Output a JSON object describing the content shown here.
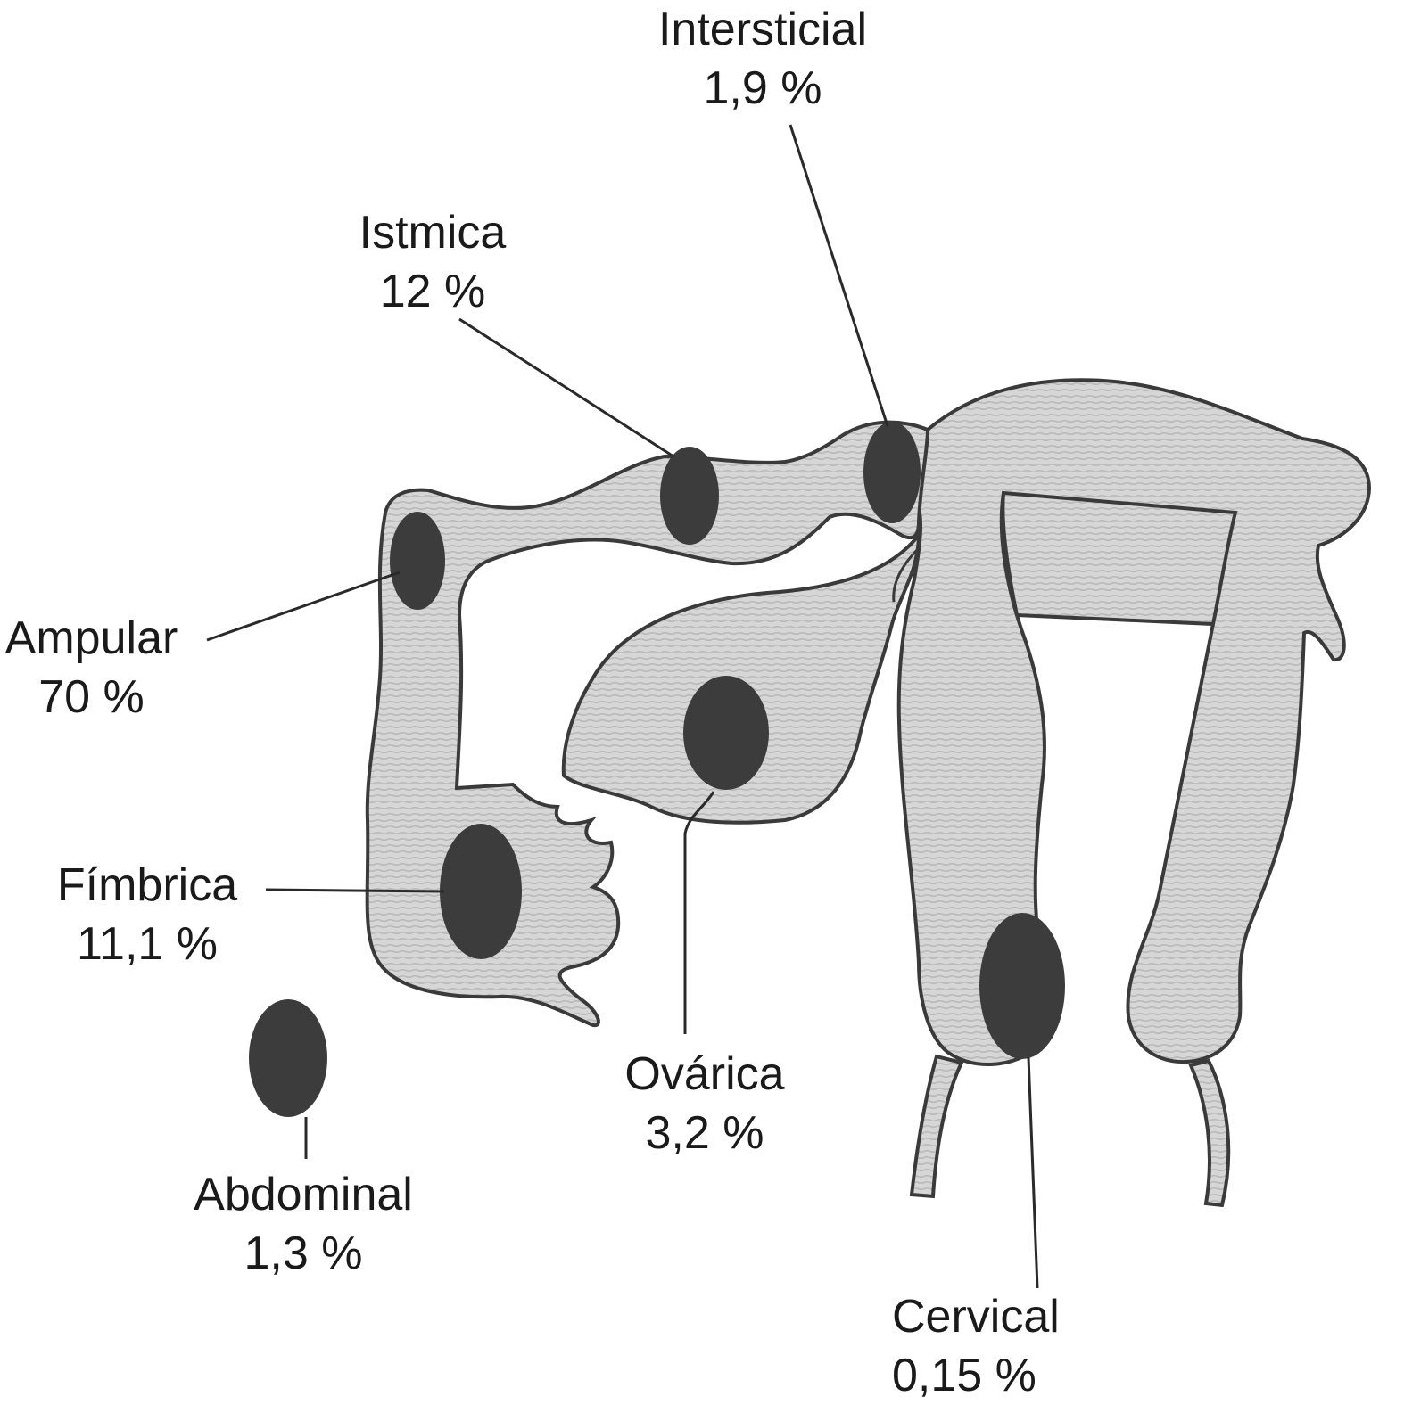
{
  "sites": {
    "intersticial": {
      "name": "Intersticial",
      "pct": "1,9 %"
    },
    "istmica": {
      "name": "Istmica",
      "pct": "12 %"
    },
    "ampular": {
      "name": "Ampular",
      "pct": "70 %"
    },
    "fimbrica": {
      "name": "Fímbrica",
      "pct": "11,1 %"
    },
    "ovarica": {
      "name": "Ovárica",
      "pct": "3,2 %"
    },
    "abdominal": {
      "name": "Abdominal",
      "pct": "1,3 %"
    },
    "cervical": {
      "name": "Cervical",
      "pct": "0,15 %"
    }
  },
  "colors": {
    "tissue_fill": "#d6d6d6",
    "tissue_hatch": "#b8b8b8",
    "outline": "#3a3a3a",
    "implant": "#3c3c3c",
    "leader": "#2a2a2a"
  }
}
